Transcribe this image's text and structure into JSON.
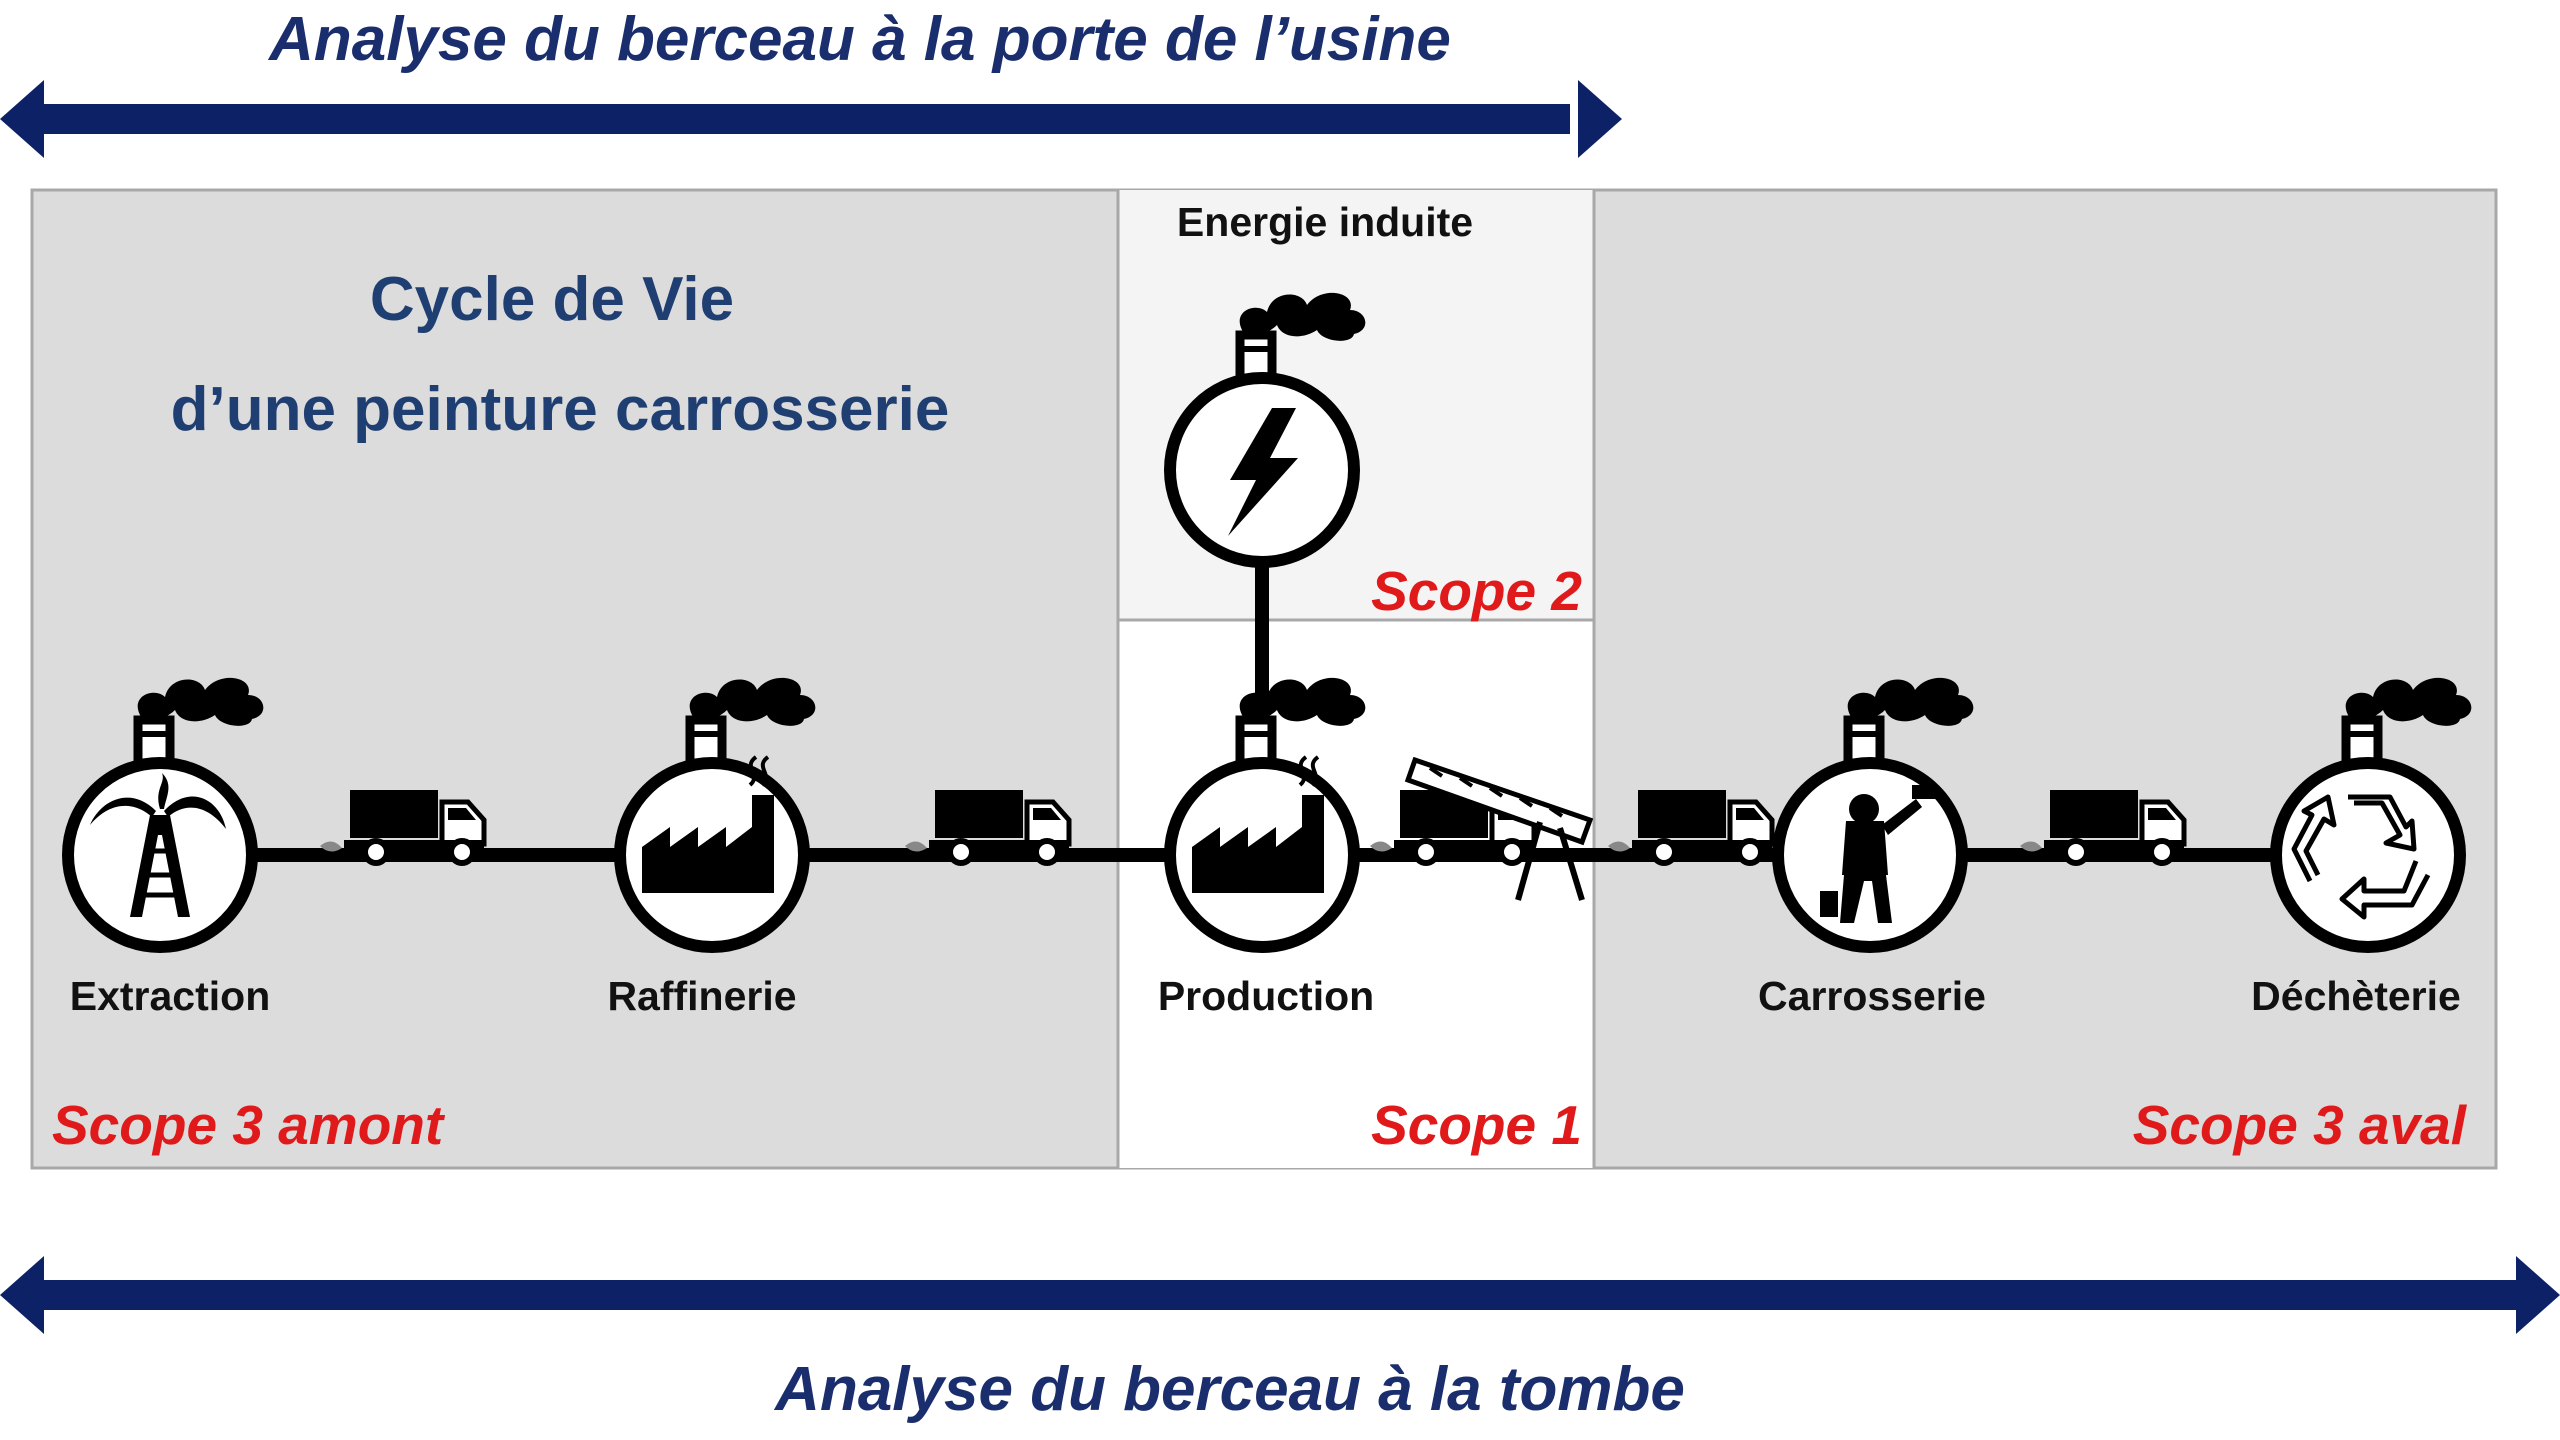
{
  "arrows": {
    "top_label": "Analyse du berceau à la porte de l’usine",
    "bottom_label": "Analyse du berceau à la tombe",
    "color": "#0d2266"
  },
  "title": {
    "line1": "Cycle de Vie",
    "line2": "d’une peinture carrosserie",
    "color": "#1f3f73"
  },
  "energy": {
    "label": "Energie induite",
    "icon": "lightning-icon"
  },
  "stages": [
    {
      "label": "Extraction",
      "icon": "oil-derrick-icon"
    },
    {
      "label": "Raffinerie",
      "icon": "factory-icon"
    },
    {
      "label": "Production",
      "icon": "factory-icon"
    },
    {
      "label": "Carrosserie",
      "icon": "painter-icon"
    },
    {
      "label": "Déchèterie",
      "icon": "recycle-icon"
    }
  ],
  "scopes": {
    "upstream": "Scope 3 amont",
    "direct": "Scope 1",
    "energy": "Scope 2",
    "downstream": "Scope 3 aval",
    "color": "#e01a1a"
  },
  "colors": {
    "panel_gray": "#dcdcdc",
    "panel_light": "#f4f4f4",
    "panel_white": "#ffffff",
    "icon_black": "#000000"
  }
}
